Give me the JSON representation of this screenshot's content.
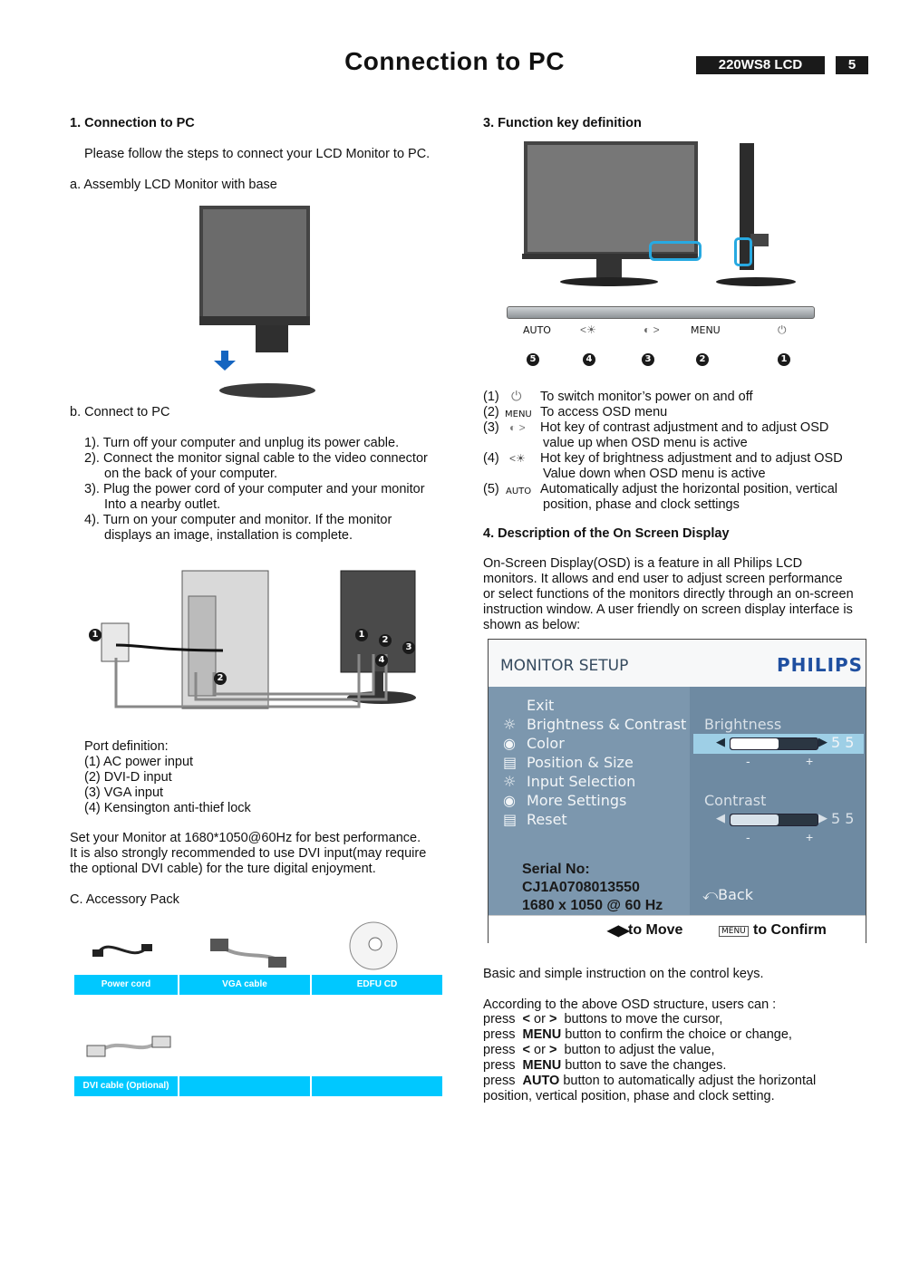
{
  "header": {
    "title": "Connection to PC",
    "model": "220WS8 LCD",
    "page_number": "5"
  },
  "left": {
    "section1_heading": "1. Connection to PC",
    "intro": "Please follow the steps to connect your LCD Monitor to PC.",
    "step_a": "a. Assembly LCD Monitor with base",
    "step_b": "b. Connect to PC",
    "steps": [
      "1). Turn off your computer and unplug its power cable.",
      "2). Connect the monitor signal cable to the video connector",
      "on the back of your computer.",
      "3). Plug the power cord of your computer and your monitor",
      "Into a nearby outlet.",
      "4). Turn on your  computer and monitor. If the monitor",
      "displays an image, installation is complete."
    ],
    "port_heading": "Port definition:",
    "ports": [
      "(1) AC power input",
      "(2) DVI-D input",
      "(3) VGA input",
      "(4) Kensington anti-thief lock"
    ],
    "perf_lines": [
      "Set your Monitor at 1680*1050@60Hz for best performance.",
      "It is also strongly recommended to use DVI input(may require",
      "the optional DVI cable) for the ture digital enjoyment."
    ],
    "step_c": "C. Accessory Pack",
    "accessories": [
      "Power cord",
      "VGA  cable",
      "EDFU  CD",
      "DVI cable (Optional)",
      "",
      ""
    ],
    "diagram_nums": [
      "1",
      "2",
      "3",
      "4",
      "1",
      "2"
    ]
  },
  "right": {
    "section3_heading": "3. Function key definition",
    "button_labels": [
      "AUTO",
      "MENU"
    ],
    "button_numbers": [
      "5",
      "4",
      "3",
      "2",
      "1"
    ],
    "fk": [
      {
        "num": "(1)",
        "text": "To switch monitor’s power on and off",
        "cont": ""
      },
      {
        "num": "(2)",
        "icon": "MENU",
        "text": "To access OSD menu",
        "cont": ""
      },
      {
        "num": "(3)",
        "text": "Hot key of contrast adjustment and to adjust OSD",
        "cont": "value up when OSD menu is active"
      },
      {
        "num": "(4)",
        "text": "Hot key of brightness adjustment and to adjust OSD",
        "cont": "Value down when OSD menu is active"
      },
      {
        "num": "(5)",
        "icon": "AUTO",
        "text": "Automatically adjust the horizontal position, vertical",
        "cont": "position, phase and clock settings"
      }
    ],
    "section4_heading": "4. Description of the On Screen Display",
    "osd_desc": [
      "On-Screen Display(OSD) is a feature in all Philips LCD",
      "monitors. It allows and end user to adjust screen performance",
      "or select functions of the monitors directly through an on-screen",
      "instruction window. A user friendly on screen display interface is",
      "shown as below:"
    ],
    "osd": {
      "title": "MONITOR SETUP",
      "brand": "PHILIPS",
      "menu": [
        "Exit",
        "Brightness & Contrast",
        "Color",
        "Position & Size",
        "Input Selection",
        "More Settings",
        "Reset"
      ],
      "brightness_label": "Brightness",
      "contrast_label": "Contrast",
      "brightness_value": "5 5",
      "contrast_value": "5 5",
      "minus": "-",
      "plus": "+",
      "serial_label": "Serial No:",
      "serial": "CJ1A0708013550",
      "resolution": "1680 x 1050 @ 60 Hz",
      "back": "Back",
      "to_move": "to Move",
      "menu_key": "MENU",
      "to_confirm": "to Confirm",
      "brightness_level": 0.55,
      "contrast_level": 0.55
    },
    "basic": "Basic and simple instruction on the control keys.",
    "according": "According to the above OSD structure, users can :",
    "press_lines": [
      {
        "pre": "press  ",
        "key": "< ",
        "mid": "or ",
        "key2": ">",
        "post": "  buttons to move the cursor,"
      },
      {
        "pre": "press  ",
        "key": "MENU",
        "mid": "",
        "key2": "",
        "post": " button to confirm the choice or change,"
      },
      {
        "pre": "press  ",
        "key": "< ",
        "mid": "or ",
        "key2": ">",
        "post": "  button to adjust the value,"
      },
      {
        "pre": "press  ",
        "key": "MENU",
        "mid": "",
        "key2": "",
        "post": " button to save the changes."
      },
      {
        "pre": "press  ",
        "key": "AUTO",
        "mid": "",
        "key2": "",
        "post": " button to automatically adjust the horizontal"
      }
    ],
    "press_last": "position, vertical position, phase and clock setting."
  }
}
